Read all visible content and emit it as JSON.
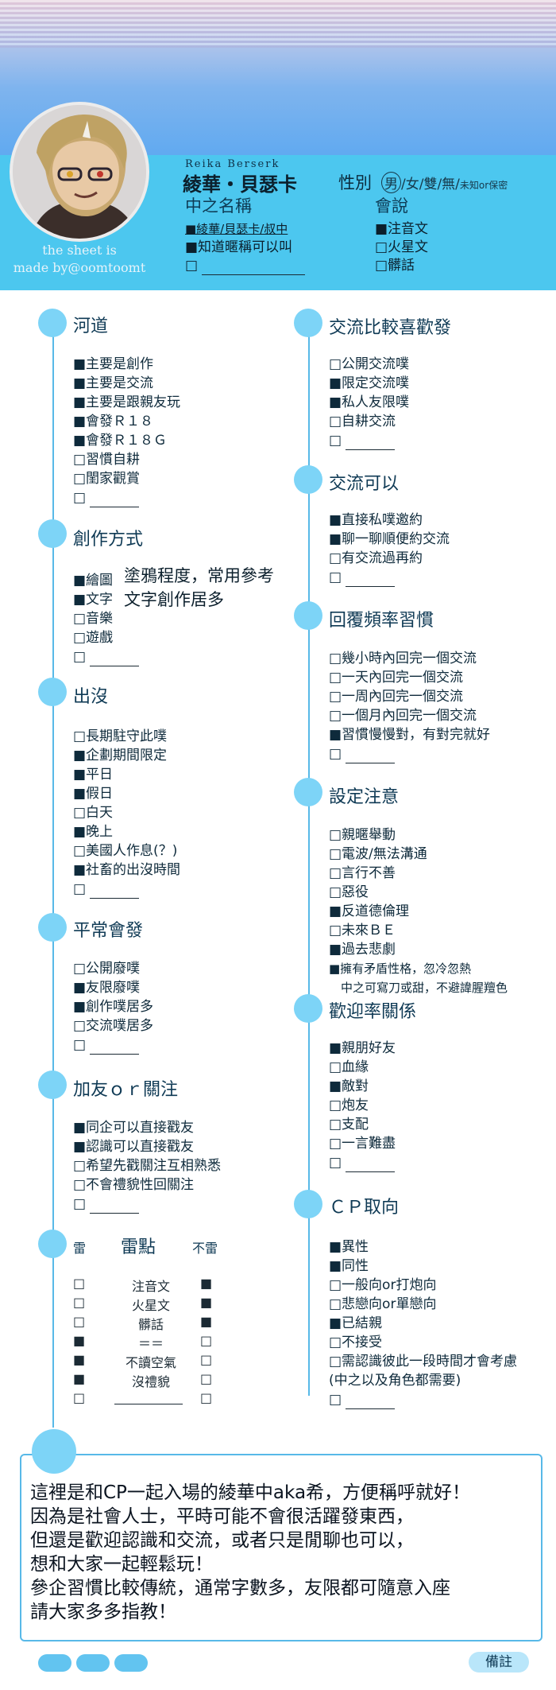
{
  "credit": {
    "line1": "the sheet is",
    "line2": "made by@oomtoomt"
  },
  "profile": {
    "romaji": "Reika    Berserk",
    "name": "綾華・貝瑟卡",
    "gender_label": "性別",
    "gender_selected": "男",
    "gender_rest": "/女/雙/無/",
    "gender_note": "未知or保密",
    "cn_name_title": "中之名稱",
    "cn_name_items": [
      "■綾華/貝瑟卡/叔中",
      "■知道暱稱可以叫",
      "□"
    ],
    "lang_title": "會說",
    "lang_items": [
      "■注音文",
      "□火星文",
      "□髒話"
    ]
  },
  "left_sections": [
    {
      "title": "河道",
      "items": [
        "■主要是創作",
        "■主要是交流",
        "■主要是跟親友玩",
        "■會發Ｒ１８",
        "■會發Ｒ１８Ｇ",
        "□習慣自耕",
        "□閨家觀賞",
        "□"
      ]
    },
    {
      "title": "創作方式",
      "items": [
        "■繪圖",
        "■文字",
        "□音樂",
        "□遊戲",
        "□"
      ],
      "notes": [
        "塗鴉程度，常用參考",
        "文字創作居多"
      ]
    },
    {
      "title": "出沒",
      "items": [
        "□長期駐守此噗",
        "■企劃期間限定",
        "■平日",
        "■假日",
        "□白天",
        "■晚上",
        "□美國人作息(？)",
        "■社畜的出沒時間",
        "□"
      ]
    },
    {
      "title": "平常會發",
      "items": [
        "□公開廢噗",
        "■友限廢噗",
        "■創作噗居多",
        "□交流噗居多",
        "□"
      ]
    },
    {
      "title": "加友ｏｒ關注",
      "items": [
        "■同企可以直接戳友",
        "■認識可以直接戳友",
        "□希望先戳關注互相熟悉",
        "□不會禮貌性回關注",
        "□"
      ]
    }
  ],
  "mine": {
    "left_label": "雷",
    "title": "雷點",
    "right_label": "不雷",
    "rows": [
      {
        "label": "注音文",
        "a": "□",
        "b": "■"
      },
      {
        "label": "火星文",
        "a": "□",
        "b": "■"
      },
      {
        "label": "髒話",
        "a": "□",
        "b": "■"
      },
      {
        "label": "＝＝",
        "a": "■",
        "b": "□"
      },
      {
        "label": "不讀空氣",
        "a": "■",
        "b": "□"
      },
      {
        "label": "沒禮貌",
        "a": "■",
        "b": "□"
      },
      {
        "label": "",
        "a": "□",
        "b": "□"
      }
    ]
  },
  "right_sections": [
    {
      "title": "交流比較喜歡發",
      "items": [
        "□公開交流噗",
        "■限定交流噗",
        "■私人友限噗",
        "□自耕交流",
        "□"
      ]
    },
    {
      "title": "交流可以",
      "items": [
        "■直接私噗邀約",
        "■聊一聊順便約交流",
        "□有交流過再約",
        "□"
      ]
    },
    {
      "title": "回覆頻率習慣",
      "items": [
        "□幾小時內回完一個交流",
        "□一天內回完一個交流",
        "□一周內回完一個交流",
        "□一個月內回完一個交流",
        "■習慣慢慢對，有對完就好",
        "□"
      ]
    },
    {
      "title": "設定注意",
      "items": [
        "□親暱舉動",
        "□電波/無法溝通",
        "□言行不善",
        "□惡役",
        "■反道德倫理",
        "□未來ＢＥ",
        "■過去悲劇",
        "■擁有矛盾性格，忽冷忽熱",
        "　中之可寫刀或甜，不避諱腥羶色"
      ]
    },
    {
      "title": "歡迎率關係",
      "items": [
        "■親朋好友",
        "□血緣",
        "■敵對",
        "□炮友",
        "□支配",
        "□一言難盡",
        "□"
      ]
    },
    {
      "title": "ＣＰ取向",
      "items": [
        "■異性",
        "■同性",
        "□一般向or打炮向",
        "□悲戀向or單戀向",
        "■已結親",
        "□不接受",
        "□需認識彼此一段時間才會考慮",
        "(中之以及角色都需要)",
        "□"
      ]
    }
  ],
  "intro": {
    "lines": [
      "這裡是和CP一起入場的綾華中aka希，方便稱呼就好！",
      "因為是社會人士，平時可能不會很活躍發東西，",
      "但還是歡迎認識和交流，或者只是閒聊也可以，",
      "想和大家一起輕鬆玩！",
      "參企習慣比較傳統，通常字數多，友限都可隨意入座",
      "請大家多多指教！"
    ]
  },
  "memo": "備註"
}
